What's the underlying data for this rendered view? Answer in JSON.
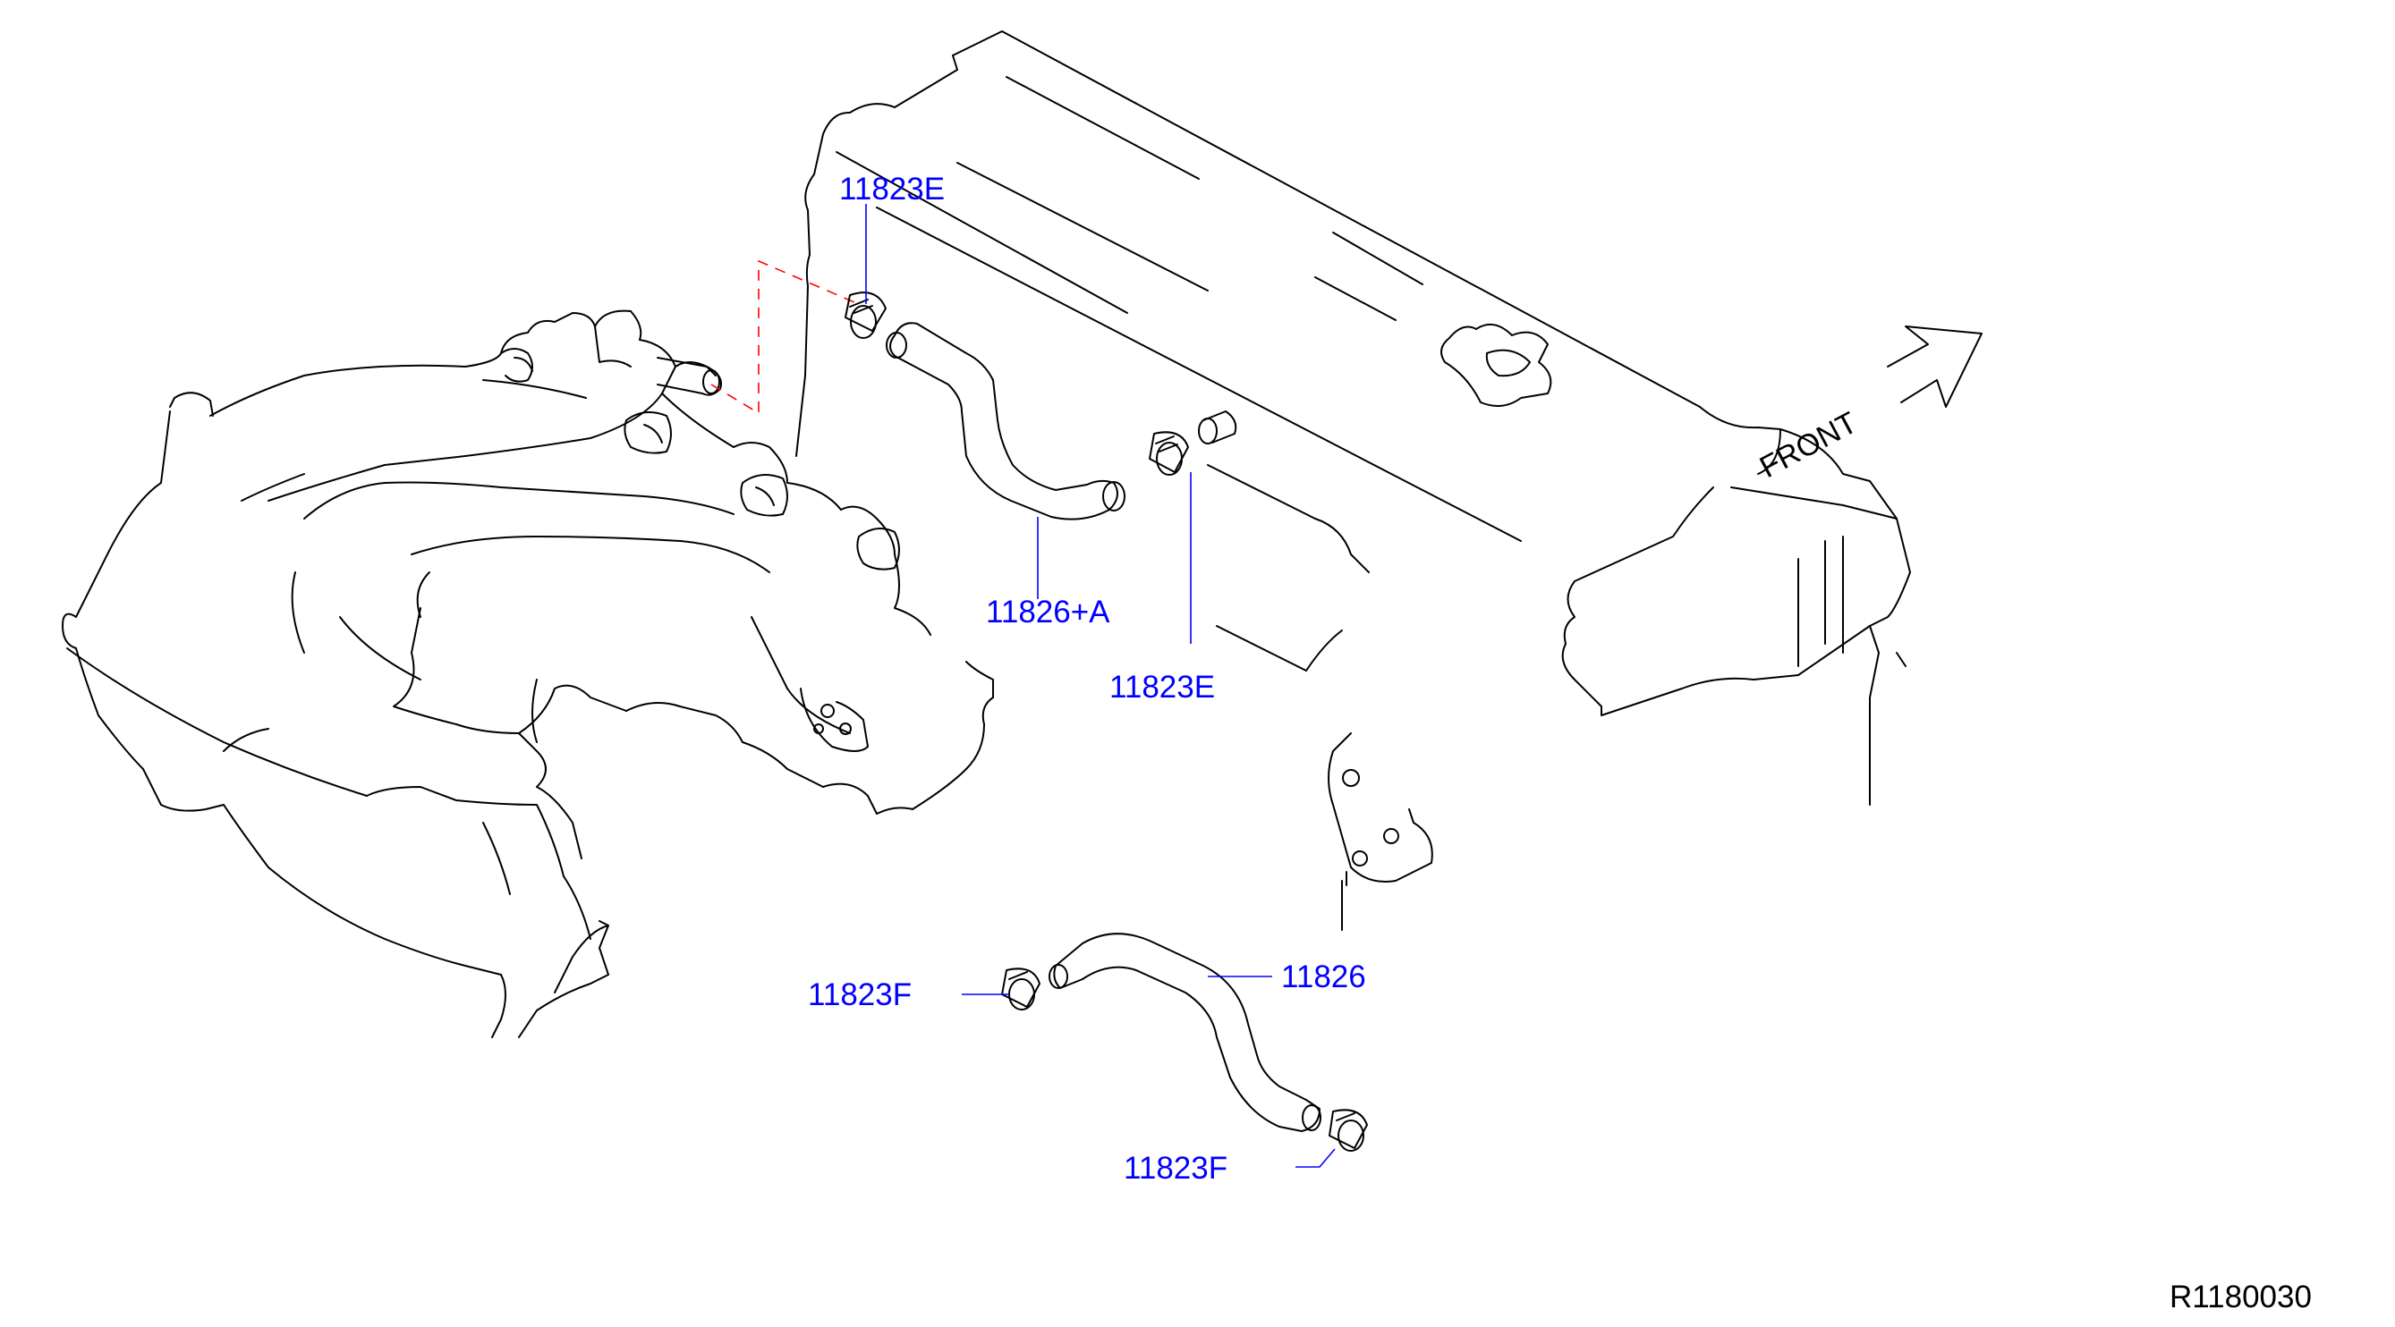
{
  "labels": {
    "clamp_upper_1": "11823E",
    "hose_upper": "11826+A",
    "clamp_upper_2": "11823E",
    "clamp_lower_1": "11823F",
    "hose_lower": "11826",
    "clamp_lower_2": "11823F",
    "front": "FRONT",
    "reference": "R1180030"
  },
  "colors": {
    "label": "#0000ff",
    "line": "#000000",
    "dashed_link": "#ff0000",
    "background": "#ffffff"
  },
  "icons": {
    "front_arrow": "arrow-up-right-outline"
  }
}
